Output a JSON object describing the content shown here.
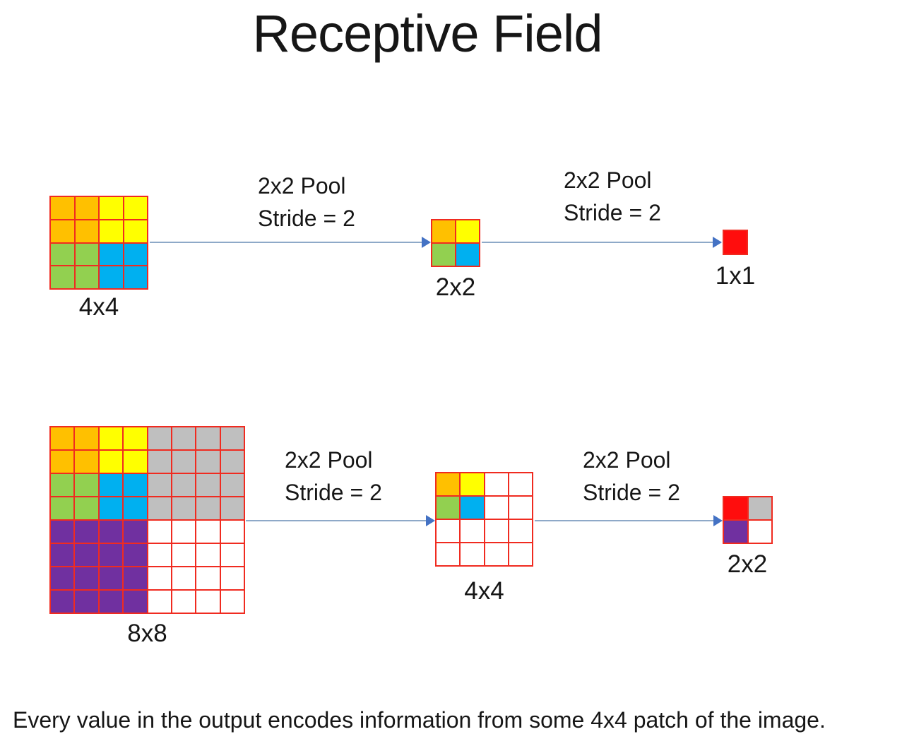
{
  "title": "Receptive Field",
  "caption": "Every value in the output encodes information from some 4x4 patch of the image.",
  "palette": {
    "orange": "#FFC000",
    "yellow": "#FFFF00",
    "green": "#92D050",
    "blue": "#00B0F0",
    "red": "#FF0D0D",
    "purple": "#7030A0",
    "gray": "#BFBFBF",
    "white": "#FFFFFF",
    "grid_line": "#F02B20",
    "arrow_line": "#8EA9C8",
    "arrow_head": "#4472C4",
    "text": "#161616"
  },
  "top_row": {
    "input_grid": {
      "label": "4x4",
      "cols": 4,
      "cells": [
        [
          "orange",
          "orange",
          "yellow",
          "yellow"
        ],
        [
          "orange",
          "orange",
          "yellow",
          "yellow"
        ],
        [
          "green",
          "green",
          "blue",
          "blue"
        ],
        [
          "green",
          "green",
          "blue",
          "blue"
        ]
      ]
    },
    "pool1": {
      "line1": "2x2 Pool",
      "line2": "Stride = 2"
    },
    "mid_grid": {
      "label": "2x2",
      "cols": 2,
      "cells": [
        [
          "orange",
          "yellow"
        ],
        [
          "green",
          "blue"
        ]
      ]
    },
    "pool2": {
      "line1": "2x2 Pool",
      "line2": "Stride = 2"
    },
    "output_grid": {
      "label": "1x1",
      "cols": 1,
      "cells": [
        [
          "red"
        ]
      ]
    }
  },
  "bottom_row": {
    "input_grid": {
      "label": "8x8",
      "cols": 8,
      "cells": [
        [
          "orange",
          "orange",
          "yellow",
          "yellow",
          "gray",
          "gray",
          "gray",
          "gray"
        ],
        [
          "orange",
          "orange",
          "yellow",
          "yellow",
          "gray",
          "gray",
          "gray",
          "gray"
        ],
        [
          "green",
          "green",
          "blue",
          "blue",
          "gray",
          "gray",
          "gray",
          "gray"
        ],
        [
          "green",
          "green",
          "blue",
          "blue",
          "gray",
          "gray",
          "gray",
          "gray"
        ],
        [
          "purple",
          "purple",
          "purple",
          "purple",
          "white",
          "white",
          "white",
          "white"
        ],
        [
          "purple",
          "purple",
          "purple",
          "purple",
          "white",
          "white",
          "white",
          "white"
        ],
        [
          "purple",
          "purple",
          "purple",
          "purple",
          "white",
          "white",
          "white",
          "white"
        ],
        [
          "purple",
          "purple",
          "purple",
          "purple",
          "white",
          "white",
          "white",
          "white"
        ]
      ]
    },
    "pool1": {
      "line1": "2x2 Pool",
      "line2": "Stride = 2"
    },
    "mid_grid": {
      "label": "4x4",
      "cols": 4,
      "cells": [
        [
          "orange",
          "yellow",
          "white",
          "white"
        ],
        [
          "green",
          "blue",
          "white",
          "white"
        ],
        [
          "white",
          "white",
          "white",
          "white"
        ],
        [
          "white",
          "white",
          "white",
          "white"
        ]
      ]
    },
    "pool2": {
      "line1": "2x2 Pool",
      "line2": "Stride = 2"
    },
    "output_grid": {
      "label": "2x2",
      "cols": 2,
      "cells": [
        [
          "red",
          "gray"
        ],
        [
          "purple",
          "white"
        ]
      ]
    }
  }
}
